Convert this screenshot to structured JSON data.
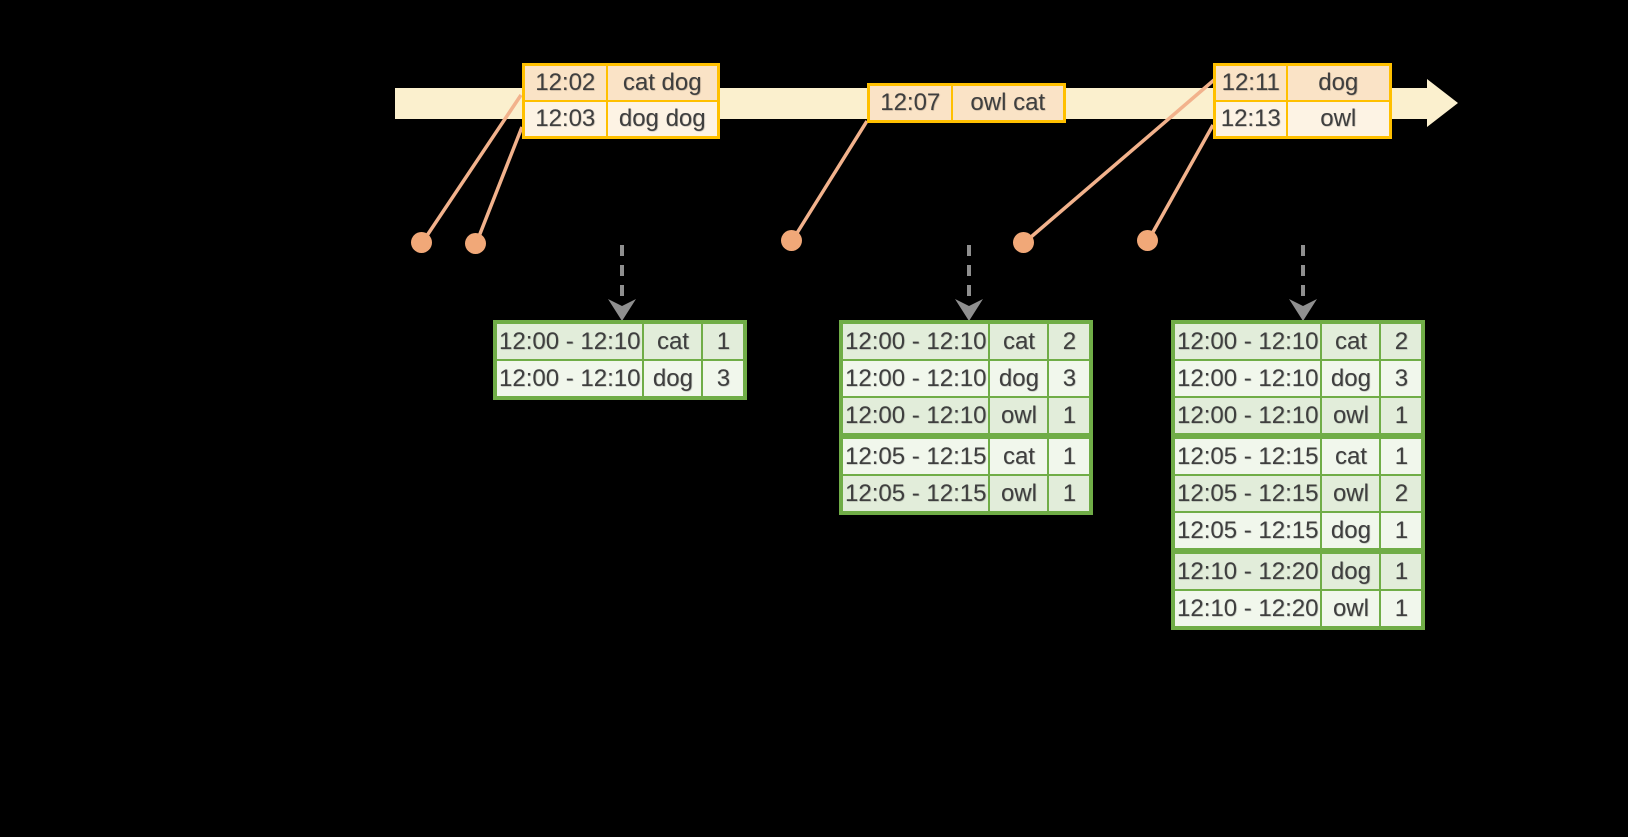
{
  "colors": {
    "background": "#000000",
    "timeline_band": "#FBF0CE",
    "event_table_border": "#FFC000",
    "event_row_dark": "#FAE3C6",
    "event_row_light": "#FDF3E4",
    "dot": "#F1A878",
    "connector_line": "#F2B28C",
    "trigger_arrow": "#8F8F8F",
    "result_table_border": "#70AD47",
    "result_row_dark": "#E2EDDA",
    "result_row_light": "#F1F7EC",
    "text": "#3F3F3F"
  },
  "timeline": {
    "events": [
      {
        "rows": [
          {
            "time": "12:02",
            "words": "cat dog"
          },
          {
            "time": "12:03",
            "words": "dog dog"
          }
        ]
      },
      {
        "rows": [
          {
            "time": "12:07",
            "words": "owl cat"
          }
        ]
      },
      {
        "rows": [
          {
            "time": "12:11",
            "words": "dog"
          },
          {
            "time": "12:13",
            "words": "owl"
          }
        ]
      }
    ]
  },
  "results": [
    {
      "rows": [
        {
          "window": "12:00 - 12:10",
          "word": "cat",
          "count": 1
        },
        {
          "window": "12:00 - 12:10",
          "word": "dog",
          "count": 3
        }
      ]
    },
    {
      "rows": [
        {
          "window": "12:00 - 12:10",
          "word": "cat",
          "count": 2
        },
        {
          "window": "12:00 - 12:10",
          "word": "dog",
          "count": 3
        },
        {
          "window": "12:00 - 12:10",
          "word": "owl",
          "count": 1
        },
        {
          "window": "12:05 - 12:15",
          "word": "cat",
          "count": 1
        },
        {
          "window": "12:05 - 12:15",
          "word": "owl",
          "count": 1
        }
      ]
    },
    {
      "rows": [
        {
          "window": "12:00 - 12:10",
          "word": "cat",
          "count": 2
        },
        {
          "window": "12:00 - 12:10",
          "word": "dog",
          "count": 3
        },
        {
          "window": "12:00 - 12:10",
          "word": "owl",
          "count": 1
        },
        {
          "window": "12:05 - 12:15",
          "word": "cat",
          "count": 1
        },
        {
          "window": "12:05 - 12:15",
          "word": "owl",
          "count": 2
        },
        {
          "window": "12:05 - 12:15",
          "word": "dog",
          "count": 1
        },
        {
          "window": "12:10 - 12:20",
          "word": "dog",
          "count": 1
        },
        {
          "window": "12:10 - 12:20",
          "word": "owl",
          "count": 1
        }
      ]
    }
  ]
}
